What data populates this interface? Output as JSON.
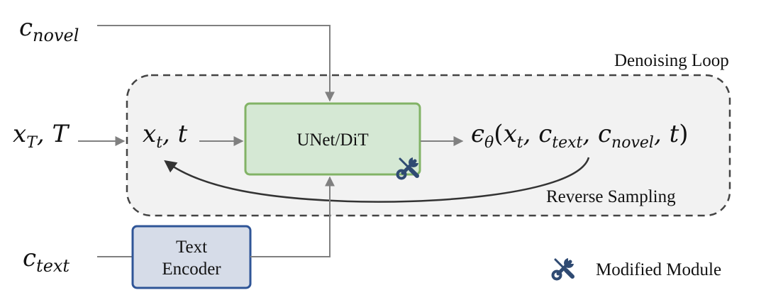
{
  "diagram": {
    "inputs": {
      "c_novel": {
        "base": "c",
        "sub": "novel"
      },
      "x_T": {
        "base": "x",
        "sub": "T",
        "suffix": ", T"
      },
      "c_text": {
        "base": "c",
        "sub": "text"
      }
    },
    "loop": {
      "title": "Denoising Loop",
      "state": {
        "base": "x",
        "sub": "t",
        "suffix": ", t"
      },
      "model_label": "UNet/DiT",
      "output": {
        "prefix": "ϵ",
        "prefix_sub": "θ",
        "open": "(",
        "x": "x",
        "x_sub": "t",
        "c1": "c",
        "c1_sub": "text",
        "c2": "c",
        "c2_sub": "novel",
        "t": "t",
        "close": ")"
      },
      "feedback_label": "Reverse Sampling"
    },
    "text_encoder": {
      "line1": "Text",
      "line2": "Encoder"
    },
    "legend": {
      "icon": "wrench-screwdriver-icon",
      "label": "Modified Module"
    },
    "colors": {
      "arrow": "#808080",
      "feedback_arrow": "#333333",
      "loop_fill": "#f2f2f2",
      "loop_border": "#444444",
      "model_fill": "#d5e8d4",
      "model_border": "#82b366",
      "encoder_fill": "#d6dce8",
      "encoder_border": "#2f5597",
      "icon": "#2f4a72"
    }
  }
}
